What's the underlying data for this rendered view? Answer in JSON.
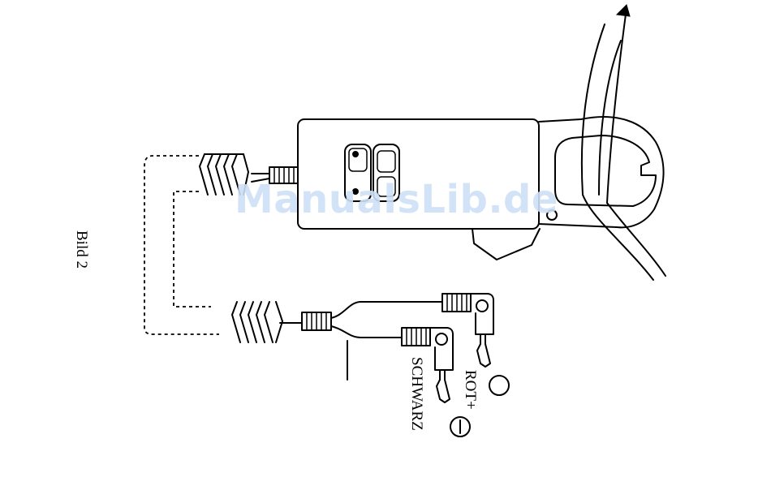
{
  "figure_label": "Bild 2",
  "labels": {
    "red": "ROT+",
    "black": "SCHWARZ"
  },
  "watermark": "ManualsLib.de",
  "colors": {
    "ink": "#000000",
    "watermark": "#cfe0f7"
  },
  "icons": {
    "plus": "circle-plus-icon",
    "minus": "circle-minus-icon"
  }
}
